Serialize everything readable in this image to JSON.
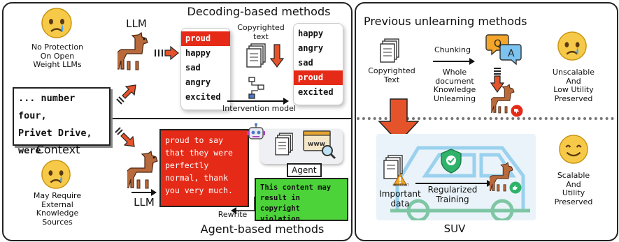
{
  "left": {
    "decoding_title": "Decoding-based methods",
    "agent_title": "Agent-based methods",
    "llm_label_top": "LLM",
    "llm_label_bottom": "LLM",
    "no_protection": [
      "No Protection",
      "On Open",
      "Weight LLMs"
    ],
    "may_require": [
      "May Require",
      "External",
      "Knowledge",
      "Sources"
    ],
    "context_title": "Context",
    "context_lines": [
      "... number four,",
      "Privet Drive,",
      "were"
    ],
    "words_before": [
      "proud",
      "happy",
      "sad",
      "angry",
      "excited"
    ],
    "words_after": [
      "happy",
      "angry",
      "sad",
      "proud",
      "excited"
    ],
    "copyrighted_text": [
      "Copyrighted",
      "text"
    ],
    "intervention_model": "Intervention model",
    "agent_output": [
      "proud to say",
      "that they were",
      "perfectly",
      "normal, thank",
      "you very much."
    ],
    "agent_label": "Agent",
    "warning": [
      "This content may",
      "result in copyright",
      "violation."
    ],
    "rewrite": "Rewrite",
    "www": "www"
  },
  "right": {
    "title": "Previous unlearning methods",
    "copyrighted_text": [
      "Copyrighted",
      "Text"
    ],
    "chunking": "Chunking",
    "whole_doc": [
      "Whole",
      "document",
      "Knowledge",
      "Unlearning"
    ],
    "q": "Q",
    "a": "A",
    "unscalable": [
      "Unscalable",
      "And",
      "Low Utility",
      "Preserved"
    ],
    "scalable": [
      "Scalable",
      "And",
      "Utility",
      "Preserved"
    ],
    "important_data": [
      "Important",
      "data"
    ],
    "important_stamp": "IMPORTANT",
    "regularized": [
      "Regularized",
      "Training"
    ],
    "suv": "SUV"
  },
  "colors": {
    "red": "#e52b18",
    "green": "#4cd33a",
    "emoji": "#f7c948",
    "llama": "#b86a3c"
  }
}
